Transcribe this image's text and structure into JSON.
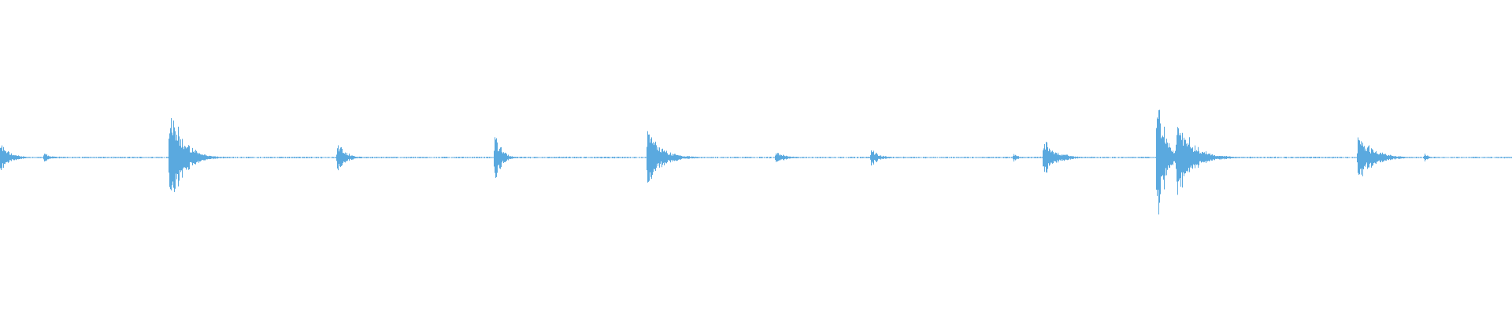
{
  "waveform": {
    "color": "#5aa9df",
    "baseline_color": "#5aa9df",
    "background": "#ffffff",
    "duration_seconds": 1,
    "amplitude_range": [
      -1,
      1
    ],
    "events": [
      {
        "t": 0.0,
        "peak": 0.2,
        "decay": 0.006
      },
      {
        "t": 0.029,
        "peak": 0.07,
        "decay": 0.004
      },
      {
        "t": 0.112,
        "peak": 0.78,
        "decay": 0.008
      },
      {
        "t": 0.223,
        "peak": 0.22,
        "decay": 0.005
      },
      {
        "t": 0.327,
        "peak": 0.36,
        "decay": 0.004
      },
      {
        "t": 0.428,
        "peak": 0.37,
        "decay": 0.009
      },
      {
        "t": 0.513,
        "peak": 0.09,
        "decay": 0.006
      },
      {
        "t": 0.576,
        "peak": 0.12,
        "decay": 0.005
      },
      {
        "t": 0.67,
        "peak": 0.06,
        "decay": 0.003
      },
      {
        "t": 0.69,
        "peak": 0.24,
        "decay": 0.008
      },
      {
        "t": 0.765,
        "peak": 1.0,
        "decay": 0.005
      },
      {
        "t": 0.778,
        "peak": 0.55,
        "decay": 0.01
      },
      {
        "t": 0.898,
        "peak": 0.31,
        "decay": 0.01
      },
      {
        "t": 0.942,
        "peak": 0.07,
        "decay": 0.002
      }
    ],
    "noise_floor": 0.008
  }
}
